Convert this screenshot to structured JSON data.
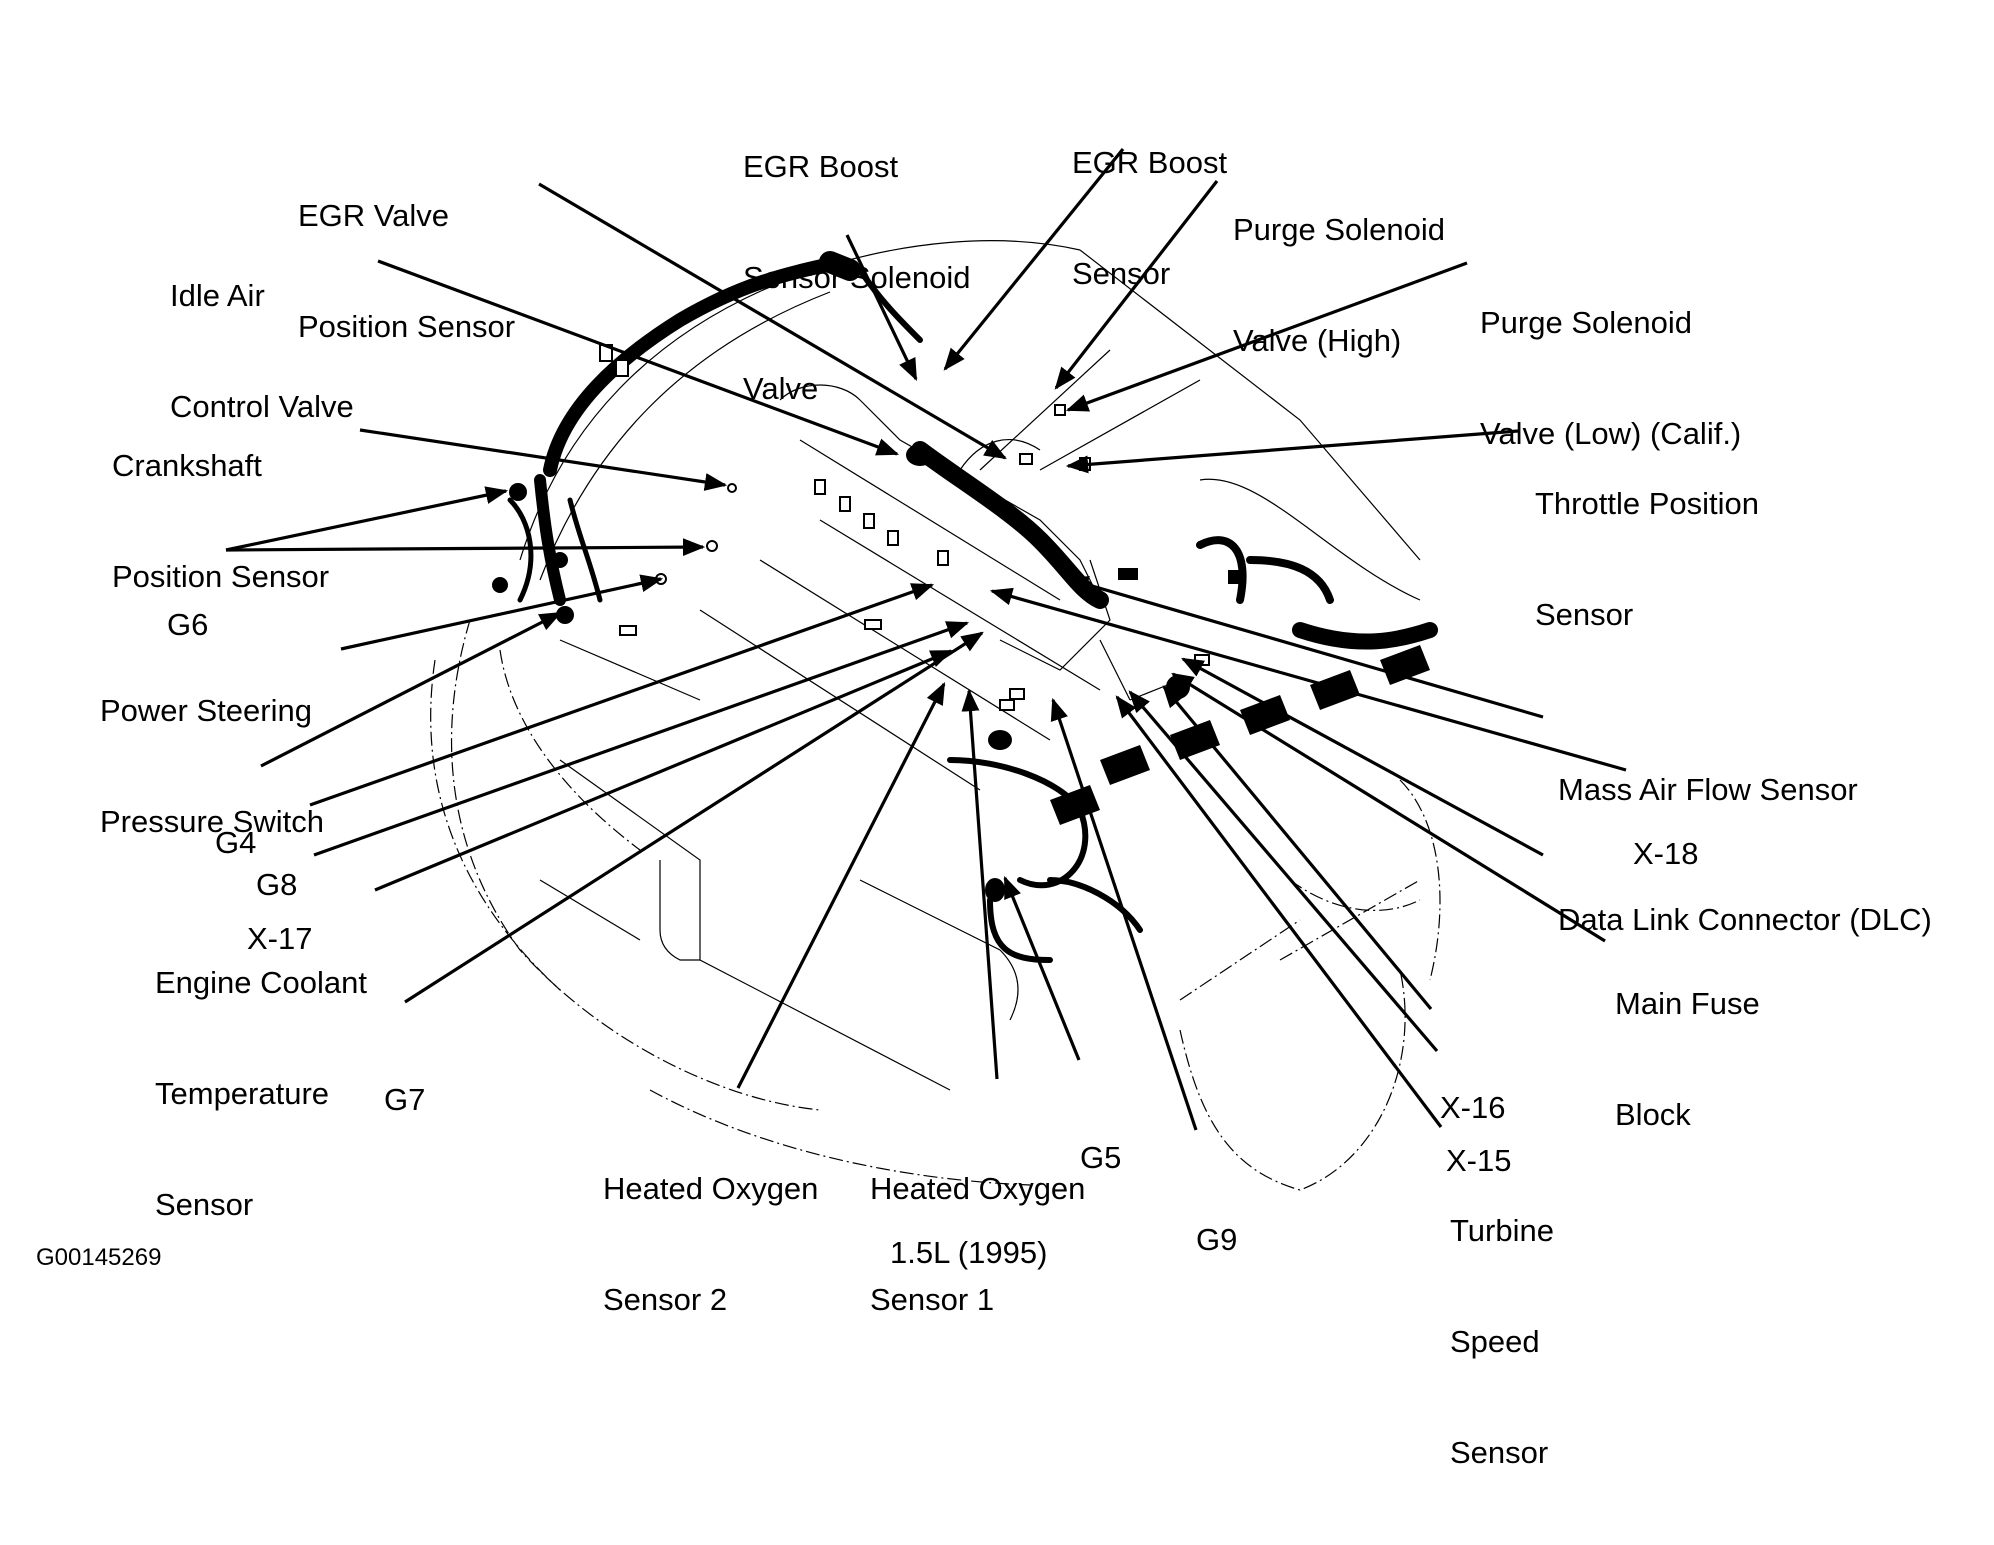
{
  "diagram": {
    "title": "1.5L (1995)",
    "figure_id": "G00145269",
    "subject": "Engine compartment component locator",
    "colors": {
      "ink": "#000000",
      "background": "#ffffff"
    },
    "labels": [
      {
        "id": "egr-boost-sensor-solenoid-valve",
        "lines": [
          "EGR Boost",
          "Sensor Solenoid",
          "Valve"
        ]
      },
      {
        "id": "egr-boost-sensor",
        "lines": [
          "EGR Boost",
          "Sensor"
        ]
      },
      {
        "id": "purge-solenoid-valve-high",
        "lines": [
          "Purge Solenoid",
          "Valve (High)"
        ]
      },
      {
        "id": "purge-solenoid-valve-low",
        "lines": [
          "Purge Solenoid",
          "Valve (Low) (Calif.)"
        ]
      },
      {
        "id": "egr-valve-position-sensor",
        "lines": [
          "EGR Valve",
          "Position Sensor"
        ]
      },
      {
        "id": "idle-air-control-valve",
        "lines": [
          "Idle Air",
          "Control Valve"
        ]
      },
      {
        "id": "crankshaft-position-sensor",
        "lines": [
          "Crankshaft",
          "Position Sensor"
        ]
      },
      {
        "id": "throttle-position-sensor",
        "lines": [
          "Throttle Position",
          "Sensor"
        ]
      },
      {
        "id": "g6",
        "lines": [
          "G6"
        ]
      },
      {
        "id": "power-steering-pressure-switch",
        "lines": [
          "Power Steering",
          "Pressure Switch"
        ]
      },
      {
        "id": "g4",
        "lines": [
          "G4"
        ]
      },
      {
        "id": "g8",
        "lines": [
          "G8"
        ]
      },
      {
        "id": "x-17",
        "lines": [
          "X-17"
        ]
      },
      {
        "id": "engine-coolant-temperature-sensor",
        "lines": [
          "Engine Coolant",
          "Temperature",
          "Sensor"
        ]
      },
      {
        "id": "g7",
        "lines": [
          "G7"
        ]
      },
      {
        "id": "heated-oxygen-sensor-2",
        "lines": [
          "Heated Oxygen",
          "Sensor 2"
        ]
      },
      {
        "id": "heated-oxygen-sensor-1",
        "lines": [
          "Heated Oxygen",
          "Sensor 1"
        ]
      },
      {
        "id": "g5",
        "lines": [
          "G5"
        ]
      },
      {
        "id": "g9",
        "lines": [
          "G9"
        ]
      },
      {
        "id": "turbine-speed-sensor",
        "lines": [
          "Turbine",
          "Speed",
          "Sensor"
        ]
      },
      {
        "id": "x-15",
        "lines": [
          "X-15"
        ]
      },
      {
        "id": "x-16",
        "lines": [
          "X-16"
        ]
      },
      {
        "id": "main-fuse-block",
        "lines": [
          "Main Fuse",
          "Block"
        ]
      },
      {
        "id": "data-link-connector",
        "lines": [
          "Data Link Connector (DLC)"
        ]
      },
      {
        "id": "x-18",
        "lines": [
          "X-18"
        ]
      },
      {
        "id": "mass-air-flow-sensor",
        "lines": [
          "Mass Air Flow Sensor"
        ]
      }
    ]
  }
}
